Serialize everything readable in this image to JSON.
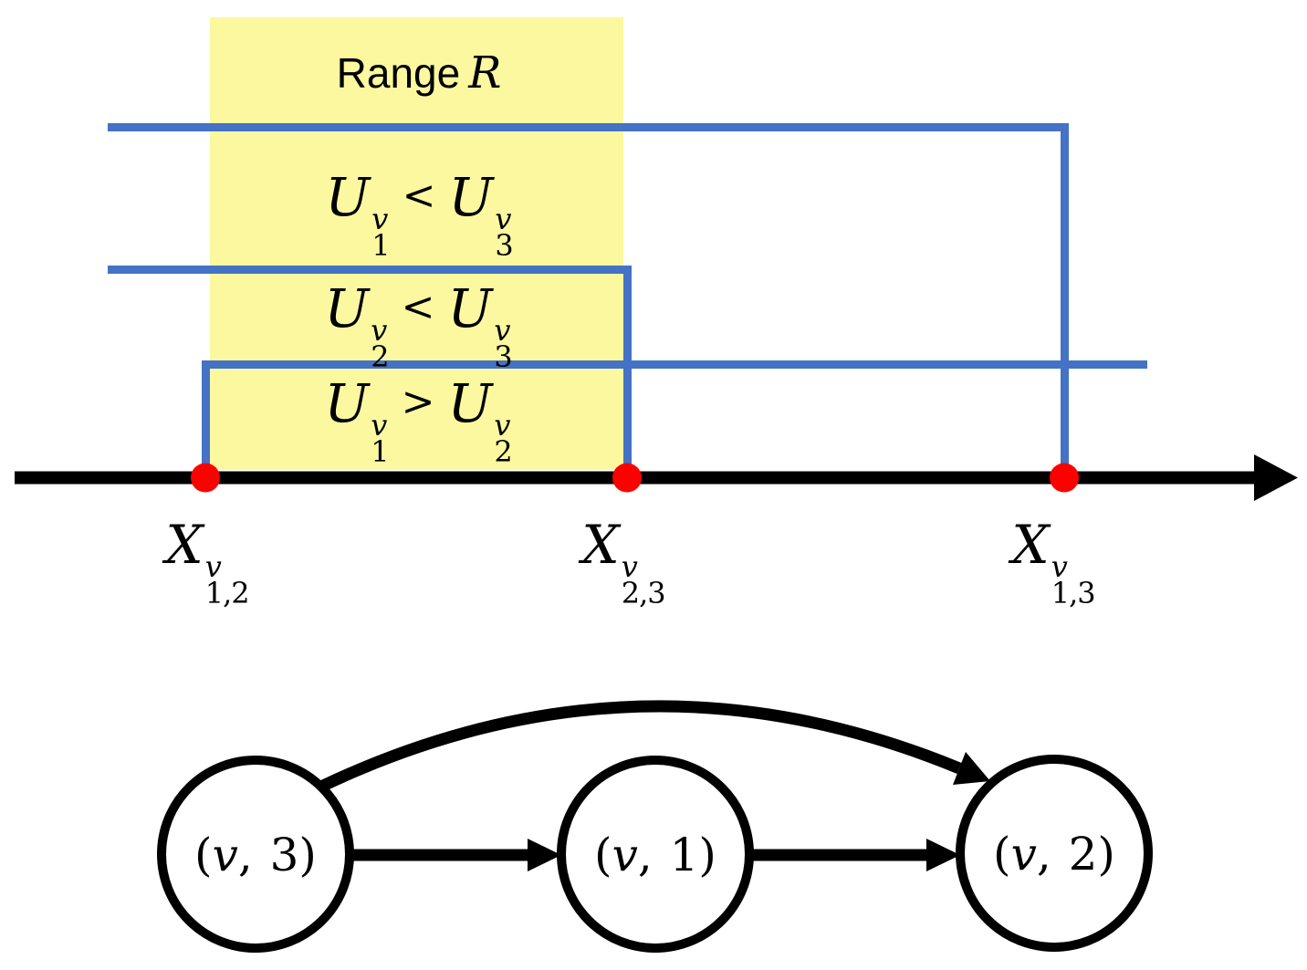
{
  "colors": {
    "highlight_yellow": "#FBF8A0",
    "interval_blue": "#4472C4",
    "point_red": "#FF0000",
    "ink_black": "#000000"
  },
  "range_band": {
    "word": "Range",
    "symbol": "R"
  },
  "comparisons": [
    {
      "lhs": {
        "base": "U",
        "sup": "v",
        "sub": "1"
      },
      "relation": "<",
      "rhs": {
        "base": "U",
        "sup": "v",
        "sub": "3"
      }
    },
    {
      "lhs": {
        "base": "U",
        "sup": "v",
        "sub": "2"
      },
      "relation": "<",
      "rhs": {
        "base": "U",
        "sup": "v",
        "sub": "3"
      }
    },
    {
      "lhs": {
        "base": "U",
        "sup": "v",
        "sub": "1"
      },
      "relation": ">",
      "rhs": {
        "base": "U",
        "sup": "v",
        "sub": "2"
      }
    }
  ],
  "axis_points": [
    {
      "base": "X",
      "sup": "v",
      "sub": "1,2"
    },
    {
      "base": "X",
      "sup": "v",
      "sub": "2,3"
    },
    {
      "base": "X",
      "sup": "v",
      "sub": "1,3"
    }
  ],
  "graph_nodes": [
    {
      "open": "(",
      "variable": "v",
      "separator": ", ",
      "index": "3",
      "close": ")"
    },
    {
      "open": "(",
      "variable": "v",
      "separator": ", ",
      "index": "1",
      "close": ")"
    },
    {
      "open": "(",
      "variable": "v",
      "separator": ", ",
      "index": "2",
      "close": ")"
    }
  ]
}
